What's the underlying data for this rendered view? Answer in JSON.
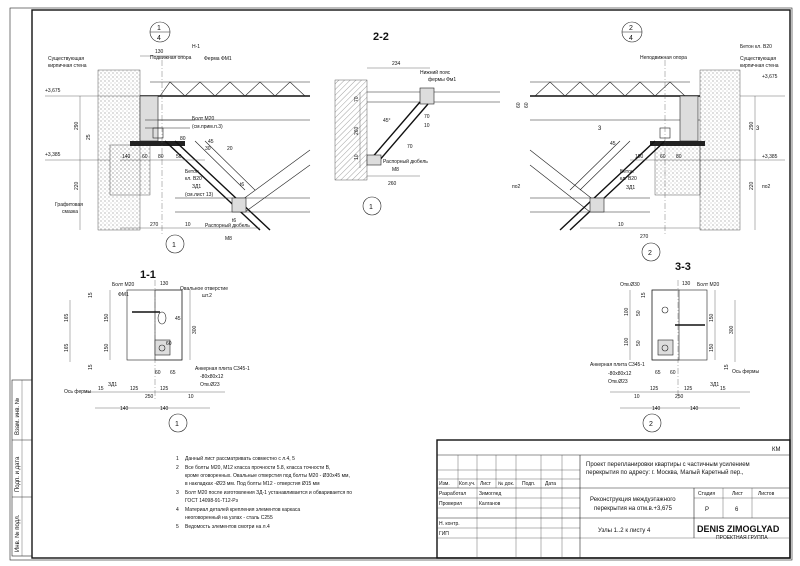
{
  "sheet": {
    "code": "КМ",
    "project_title": "Проект перепланировки квартиры с частичным усилением перекрытия по адресу: г. Москва, Малый Каретный пер.,",
    "subtitle": "Реконструкция междуэтажного перекрытия на отм.в.+3,675",
    "drawing_title": "Узлы 1..2 к листу 4",
    "stage": "Р",
    "sheet_no": "6",
    "company": "DENIS ZIMOGLYAD",
    "company_sub": "ПРОЕКТНАЯ ГРУППА"
  },
  "title_block": {
    "headers": [
      "Изм.",
      "Кол.уч.",
      "Лист",
      "№ док.",
      "Подп.",
      "Дата"
    ],
    "col_stage": "Стадия",
    "col_sheet": "Лист",
    "col_sheets": "Листов",
    "rows": [
      {
        "role": "Разработал",
        "name": "Зимоглед"
      },
      {
        "role": "Проверил",
        "name": "Калганов"
      },
      {
        "role": "",
        "name": ""
      },
      {
        "role": "Н. контр.",
        "name": ""
      },
      {
        "role": "ГИП",
        "name": ""
      }
    ]
  },
  "side_stamp": [
    "Взам. инв. №",
    "Подп. и дата",
    "Инв. № подл."
  ],
  "notes": [
    {
      "n": "1",
      "text": "Данный лист рассматривать совместно с л.4, 5"
    },
    {
      "n": "2",
      "text": "Все болты М20, М12 класса прочности 5.8, класса точности В,"
    },
    {
      "n": "",
      "text": "кроме оговоренных. Овальные отверстия под болты М20 - Ø30х45 мм,"
    },
    {
      "n": "",
      "text": "в накладках -Ø23 мм. Под болты М12 - отверстия Ø15 мм"
    },
    {
      "n": "3",
      "text": "Болт М20 после изготовления ЗД-1 устанавливается и обваривается по"
    },
    {
      "n": "",
      "text": "ГОСТ 14098-91-Т12-Рз"
    },
    {
      "n": "4",
      "text": "Материал деталей крепления элементов каркаса"
    },
    {
      "n": "",
      "text": "неоговоренный на узлах - сталь С255"
    },
    {
      "n": "5",
      "text": "Ведомость элементов смотри на л.4"
    }
  ],
  "node1": {
    "bubble_top": "1",
    "bubble_bottom": "4",
    "tag": "1",
    "labels": {
      "wall": "Существующая\nкирпичная стена",
      "h1": "Н-1",
      "support": "Подвижная опора",
      "truss": "Ферма ФМ1",
      "elev_top": "+3,675",
      "elev_bot": "+3,385",
      "bolt": "Болт М20",
      "bolt_note": "(см.прим.п.3)",
      "concrete": "Бетон",
      "concrete_cls": "кл. В20",
      "zd": "ЗД1",
      "zd_note": "(см.лист 13)",
      "graphite": "Графитовая\nсмазка",
      "dowel": "Распорный дюбель",
      "m8": "М8"
    },
    "dims": [
      "130",
      "290",
      "25",
      "220",
      "140",
      "60",
      "80",
      "50",
      "270",
      "10",
      "80",
      "30",
      "20",
      "45",
      "t6",
      "t6"
    ]
  },
  "section22": {
    "title": "2-2",
    "tag": "1",
    "labels": {
      "chord": "Нижний пояс\nфермы Фм1",
      "dowel": "Распорный дюбель",
      "m8": "М8"
    },
    "dims": [
      "234",
      "70",
      "10",
      "45°",
      "260",
      "70",
      "10",
      "70",
      "260"
    ]
  },
  "node2": {
    "bubble_top": "2",
    "bubble_bottom": "4",
    "tag": "2",
    "labels": {
      "concrete": "Бетон кл. В20",
      "support": "Неподвижная опора",
      "wall": "Существующая\nкирпичная стена",
      "elev_top": "+3,675",
      "elev_bot": "+3,385",
      "concrete2": "Бетон",
      "concrete2_cls": "кл. В20",
      "zd": "ЗД1",
      "sec_left": "по2",
      "sec_right": "по2",
      "sec3a": "3",
      "sec3b": "3"
    },
    "dims": [
      "60",
      "60",
      "290",
      "150",
      "60",
      "80",
      "45",
      "10",
      "270",
      "220"
    ]
  },
  "view11": {
    "title": "1-1",
    "tag": "1",
    "labels": {
      "bolt": "Болт М20",
      "fm": "ФМ1",
      "oval": "Овальное отверстие",
      "wt": "шт.2",
      "anchor": "Анкерная плита С345-1",
      "anchor_size": "-80х80х12",
      "hole": "Отв.Ø23",
      "axis": "Ось фермы",
      "zd": "ЗД1"
    },
    "dims": [
      "130",
      "15",
      "165",
      "150",
      "300",
      "165",
      "150",
      "15",
      "60",
      "65",
      "125",
      "125",
      "15",
      "250",
      "10",
      "140",
      "140",
      "45",
      "60"
    ]
  },
  "view33": {
    "title": "3-3",
    "tag": "2",
    "labels": {
      "hole30": "Отв.Ø30",
      "bolt": "Болт М20",
      "anchor": "Анкерная плита С345-1",
      "anchor_size": "-80х80х12",
      "hole": "Отв.Ø23",
      "axis": "Ось фермы",
      "zd": "ЗД1"
    },
    "dims": [
      "130",
      "15",
      "100",
      "50",
      "150",
      "100",
      "50",
      "150",
      "300",
      "15",
      "65",
      "60",
      "125",
      "125",
      "250",
      "15",
      "10",
      "140",
      "140"
    ]
  }
}
